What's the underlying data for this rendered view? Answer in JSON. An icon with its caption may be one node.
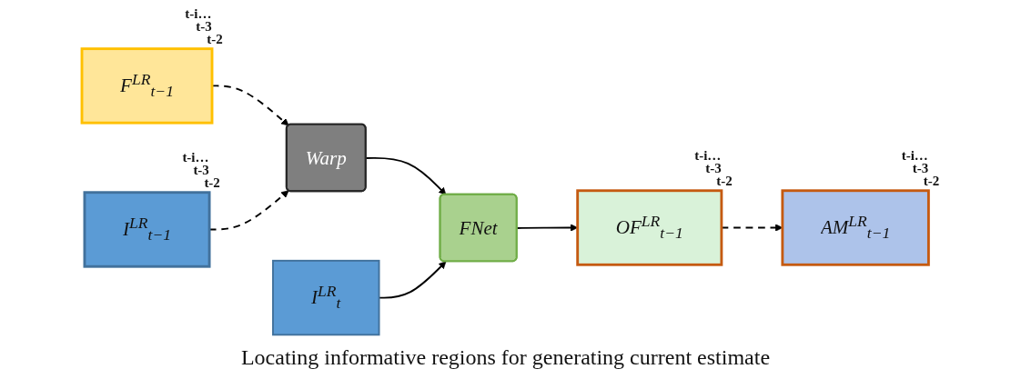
{
  "diagram": {
    "nodes": [
      {
        "text": [
          "F$^{LR}$$_{t−1}$"
        ],
        "beside": [
          "t-i…",
          "t-3",
          "t-2"
        ]
      },
      {
        "text": [
          "I$^{LR}$$_{t−1}$"
        ],
        "beside": [
          "t-i…",
          "t-3",
          "t-2"
        ]
      },
      {
        "text": [
          "Warp"
        ]
      },
      {
        "text": [
          "I$^{LR}$$_{t}$"
        ]
      },
      {
        "text": [
          "FNet"
        ]
      },
      {
        "text": [
          "OF$^{LR}$$_{t−1}$"
        ],
        "beside": [
          "t-i…",
          "t-3",
          "t-2"
        ]
      },
      {
        "text": [
          "AM$^{LR}$$_{t−1}$"
        ],
        "beside": [
          "t-i…",
          "t-3",
          "t-2"
        ]
      }
    ],
    "edges": [
      {
        "from": 0,
        "to": 2,
        "arrow": "to",
        "style": "dashed"
      },
      {
        "from": 1,
        "to": 2,
        "arrow": "to",
        "style": "dashed"
      },
      {
        "from": 2,
        "to": 4,
        "arrow": "to"
      },
      {
        "from": 3,
        "to": 4,
        "arrow": "to"
      },
      {
        "from": 4,
        "to": 5,
        "arrow": "to"
      },
      {
        "from": 5,
        "to": 6,
        "arrow": "to",
        "style": "dashed"
      }
    ],
    "labels": [
      "Locating informative regions for generating current estimate"
    ]
  }
}
